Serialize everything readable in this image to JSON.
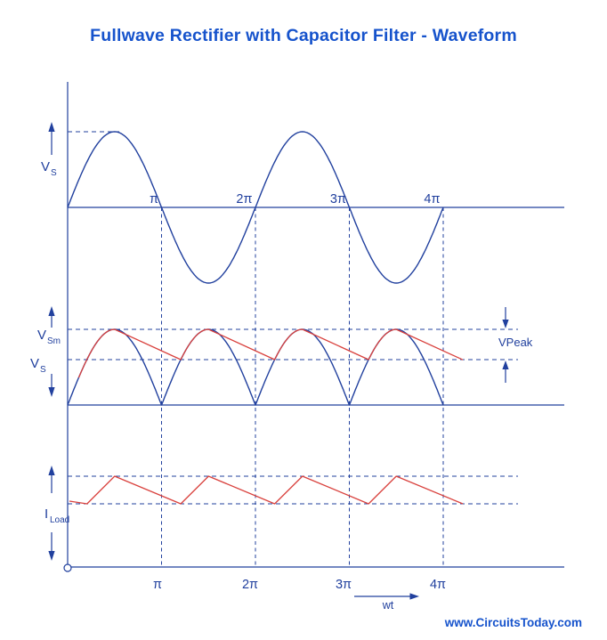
{
  "title": "Fullwave Rectifier with Capacitor Filter - Waveform",
  "colors": {
    "waveform_blue": "#21409e",
    "accent_red": "#d9413d",
    "title_blue": "#1653cc"
  },
  "axis": {
    "ticks": [
      "π",
      "2π",
      "3π",
      "4π"
    ],
    "xlabel": "wt"
  },
  "labels": {
    "vs_top": {
      "main": "V",
      "sub": "S"
    },
    "vsm": {
      "main": "V",
      "sub": "Sm"
    },
    "vs_mid": {
      "main": "V",
      "sub": "S"
    },
    "iload": {
      "main": "I",
      "sub": "Load"
    },
    "vpeak": "VPeak",
    "wt": "wt",
    "website": "www.CircuitsToday.com"
  },
  "chart_data": {
    "type": "line",
    "title": "Fullwave Rectifier with Capacitor Filter - Waveform",
    "xlabel": "wt",
    "x_ticks": [
      "π",
      "2π",
      "3π",
      "4π"
    ],
    "x_range": [
      "0",
      "4π"
    ],
    "grid": "dashed guides at π, 2π, 3π, 4π",
    "subplots": [
      {
        "name": "input-voltage",
        "ylabel": "VS",
        "series": [
          {
            "name": "VS input sine",
            "color": "blue",
            "waveform": "sin(wt)",
            "amplitude": 1.0,
            "period": "2π",
            "range": [
              "0",
              "4π"
            ]
          }
        ]
      },
      {
        "name": "rectified-and-filtered-voltage",
        "ylabels": [
          "VSm",
          "VS"
        ],
        "annotation": "VPeak = peak-to-peak ripple between VSm level and filter minimum",
        "series": [
          {
            "name": "fullwave rectified |sin(wt)|",
            "color": "blue",
            "amplitude": 1.0,
            "period": "π",
            "humps": 4
          },
          {
            "name": "capacitor filtered output",
            "color": "red",
            "max_norm": 1.0,
            "min_norm": 0.6,
            "behavior": "charges to each peak VSm, discharges linearly until next hump"
          }
        ]
      },
      {
        "name": "load-current",
        "ylabel": "ILoad",
        "series": [
          {
            "name": "ILoad ripple",
            "color": "red",
            "max_norm": 1.0,
            "min_norm": 0.7,
            "behavior": "sawtooth ripple, 4 teeth synchronized with rectified humps over 0..4π"
          }
        ]
      }
    ]
  }
}
